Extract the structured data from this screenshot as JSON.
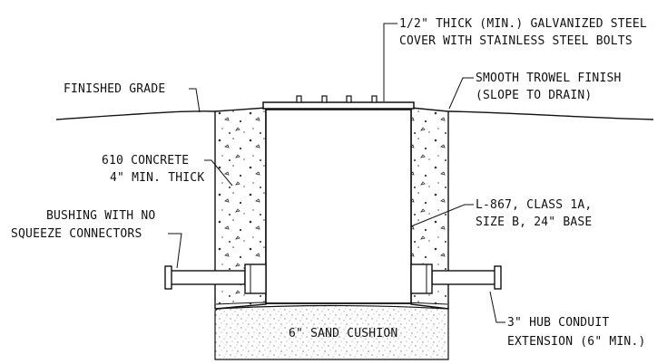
{
  "labels": {
    "cover_line1": "1/2\" THICK (MIN.) GALVANIZED STEEL",
    "cover_line2": "COVER WITH STAINLESS STEEL BOLTS",
    "finished_grade": "FINISHED GRADE",
    "trowel_line1": "SMOOTH TROWEL FINISH",
    "trowel_line2": "(SLOPE TO DRAIN)",
    "concrete_line1": "610 CONCRETE",
    "concrete_line2": "4\" MIN. THICK",
    "base_line1": "L-867, CLASS 1A,",
    "base_line2": "SIZE B, 24\" BASE",
    "bushing_line1": "BUSHING WITH NO",
    "bushing_line2": "SQUEEZE CONNECTORS",
    "sand": "6\" SAND CUSHION",
    "conduit_line1": "3\" HUB CONDUIT",
    "conduit_line2": "EXTENSION (6\" MIN.)"
  }
}
